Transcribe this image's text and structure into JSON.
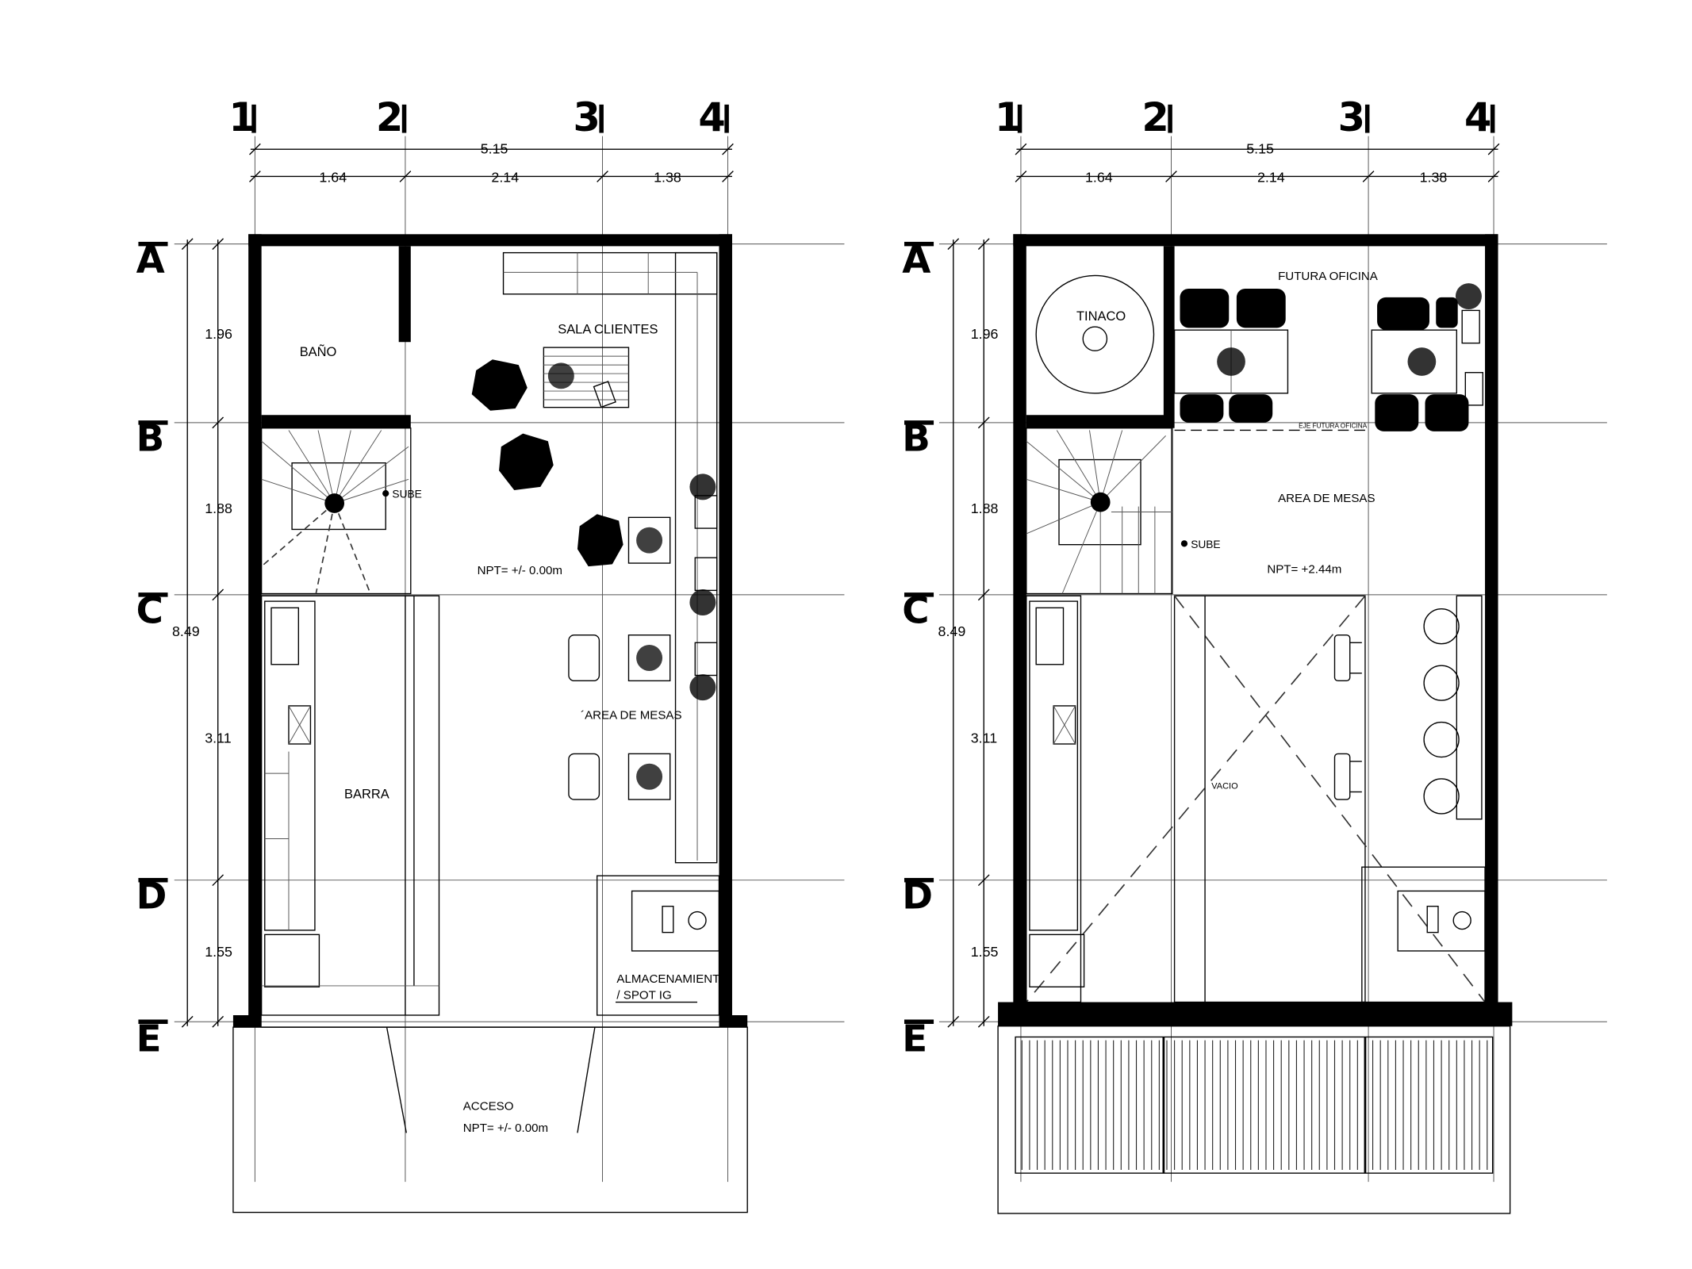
{
  "plans": [
    {
      "axes_numbers": [
        "1",
        "2",
        "3",
        "4"
      ],
      "axes_letters": [
        "A",
        "B",
        "C",
        "D",
        "E"
      ],
      "dim_total_h": "5.15",
      "dim_parts_h": [
        "1.64",
        "2.14",
        "1.38"
      ],
      "dim_total_v": "8.49",
      "dim_parts_v": [
        "1.96",
        "1.88",
        "3.11",
        "1.55"
      ],
      "rooms": {
        "bano": "BAÑO",
        "sala_clientes": "SALA CLIENTES",
        "sube": "SUBE",
        "npt": "NPT= +/- 0.00m",
        "area_mesas": "´AREA DE MESAS",
        "barra": "BARRA",
        "almacen_1": "ALMACENAMIENTO",
        "almacen_2": "/ SPOT IG",
        "acceso": "ACCESO",
        "npt_acceso": "NPT= +/- 0.00m"
      }
    },
    {
      "axes_numbers": [
        "1",
        "2",
        "3",
        "4"
      ],
      "axes_letters": [
        "A",
        "B",
        "C",
        "D",
        "E"
      ],
      "dim_total_h": "5.15",
      "dim_parts_h": [
        "1.64",
        "2.14",
        "1.38"
      ],
      "dim_total_v": "8.49",
      "dim_parts_v": [
        "1.96",
        "1.88",
        "3.11",
        "1.55"
      ],
      "rooms": {
        "tinaco": "TINACO",
        "futura_oficina": "FUTURA OFICINA",
        "eje_futura": "EJE FUTURA OFICINA",
        "area_mesas": "AREA DE MESAS",
        "sube": "SUBE",
        "npt": "NPT= +2.44m",
        "vacio": "VACIO"
      }
    }
  ]
}
